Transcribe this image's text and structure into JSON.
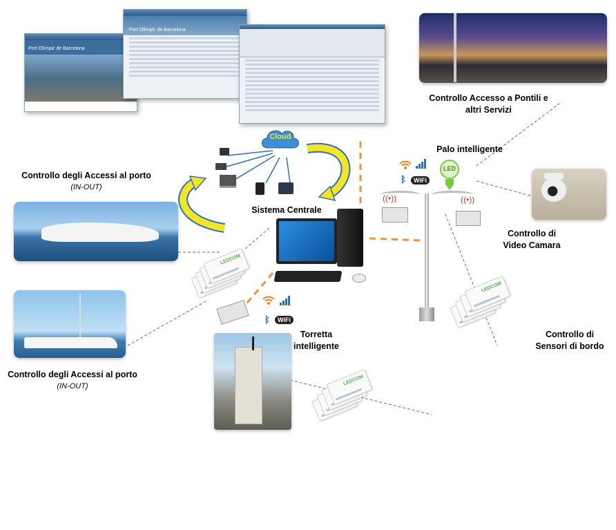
{
  "labels": {
    "access_top_line1": "Controllo degli Accessi al porto",
    "access_top_line2": "(IN-OUT)",
    "access_bottom_line1": "Controllo degli Accessi al porto",
    "access_bottom_line2": "(IN-OUT)",
    "central_system": "Sistema Centrale",
    "cloud": "Cloud",
    "smart_pole": "Palo intelligente",
    "bridge_access_line1": "Controllo Accesso a Pontili e",
    "bridge_access_line2": "altri Servizi",
    "video_line1": "Controllo di",
    "video_line2": "Video Camara",
    "sensors_line1": "Controllo di",
    "sensors_line2": "Sensori di bordo",
    "smart_tower_line1": "Torretta",
    "smart_tower_line2": "intelligente",
    "led": "LED",
    "wifi": "WiFi",
    "card_brand": "LEDCOM",
    "screen_title": "Port Olímpic de Barcelona"
  },
  "colors": {
    "cloud": "#3d8fd6",
    "arrow_yellow": "#f2e52b",
    "arrow_blue": "#2f6fb5",
    "dashed_orange": "#f0923a",
    "dashed_blue": "#3f6fb5",
    "led_green": "#7ac943"
  }
}
